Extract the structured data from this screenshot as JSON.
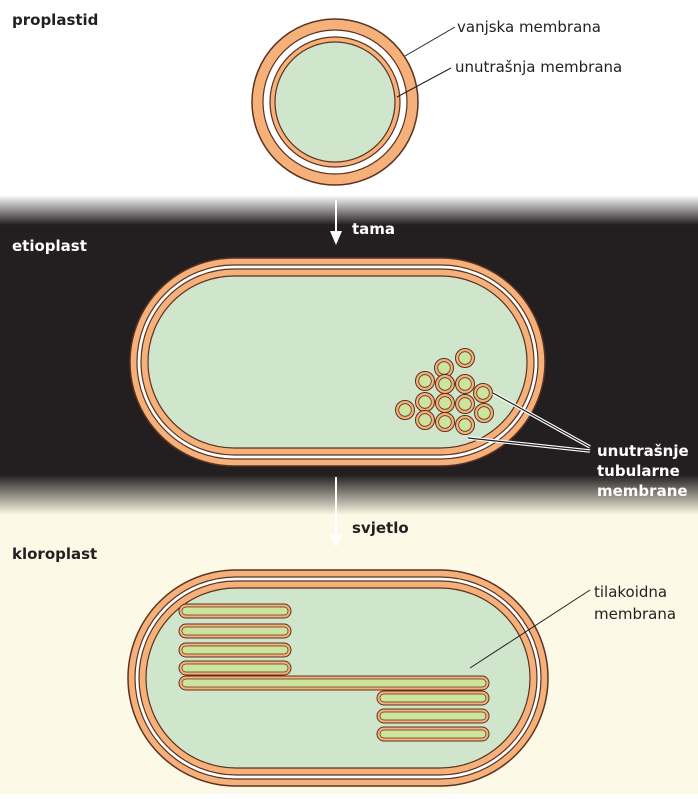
{
  "stages": {
    "proplastid": "proplastid",
    "etioplast": "etioplast",
    "chloroplast": "kloroplast"
  },
  "transitions": {
    "dark": "tama",
    "light": "svjetlo"
  },
  "labels": {
    "outer_membrane": "vanjska membrana",
    "inner_membrane": "unutrašnja membrana",
    "tubular_line1": "unutrašnje",
    "tubular_line2": "tubularne",
    "tubular_line3": "membrane",
    "thylakoid_line1": "tilakoidna",
    "thylakoid_line2": "membrana"
  },
  "colors": {
    "membrane_orange": "#f6b07a",
    "stroma_green": "#cfe5cc",
    "thylakoid_green": "#cde49f",
    "outline_brown": "#5a3320",
    "dark_band": "#231f20",
    "light_band": "#fcf9e6"
  }
}
